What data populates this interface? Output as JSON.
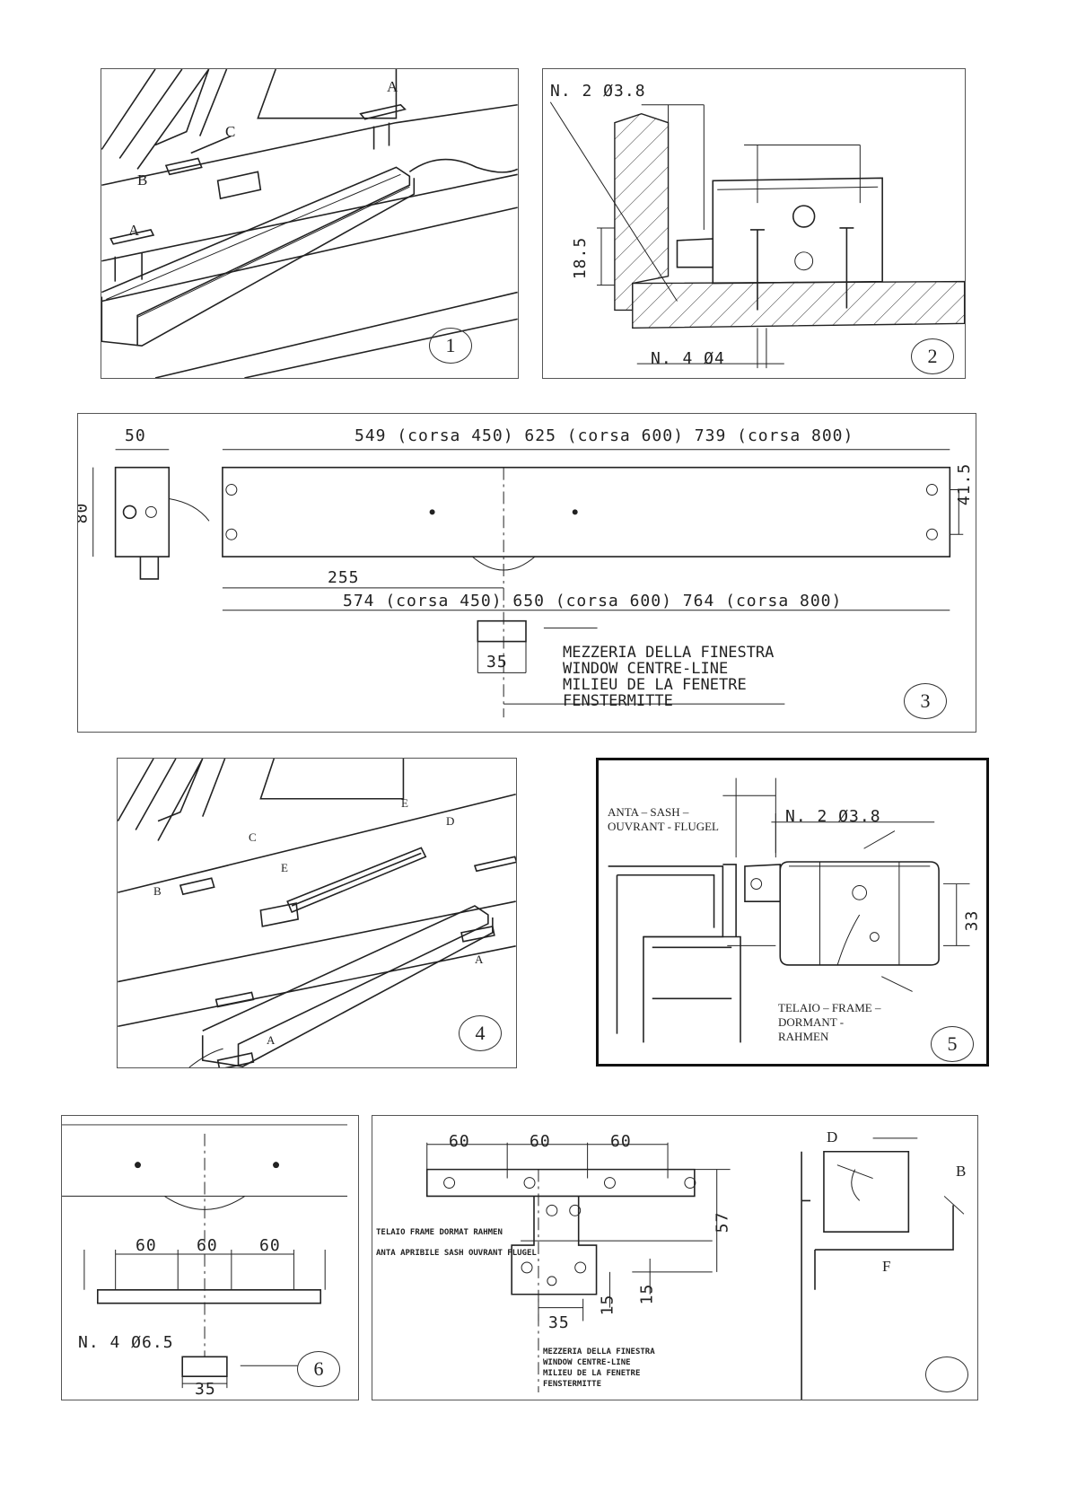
{
  "panels": {
    "p1": {
      "labels": {
        "a1": "A",
        "a2": "A",
        "b": "B",
        "c": "C"
      },
      "number": "1"
    },
    "p2": {
      "labels": {
        "screws_top": "N. 2  Ø3.8",
        "screws_bottom": "N. 4  Ø4",
        "dim_height": "18.5"
      },
      "number": "2"
    },
    "p3": {
      "labels": {
        "dim_width": "50",
        "dim_height": "80",
        "dim_top": "549 (corsa 450) 625 (corsa 600) 739 (corsa 800)",
        "dim_bottom": "574 (corsa 450) 650 (corsa 600) 764 (corsa 800)",
        "dim_255": "255",
        "dim_41_5": "41.5",
        "dim_35": "35",
        "centre_it": "MEZZERIA DELLA FINESTRA",
        "centre_en": "WINDOW CENTRE-LINE",
        "centre_fr": "MILIEU DE LA FENETRE",
        "centre_de": "FENSTERMITTE"
      },
      "number": "3"
    },
    "p4": {
      "labels": {
        "a1": "A",
        "a2": "A",
        "b": "B",
        "c": "C",
        "d": "D",
        "e1": "E",
        "e2": "E"
      },
      "number": "4"
    },
    "p5": {
      "labels": {
        "sash_1": "ANTA – SASH –",
        "sash_2": "OUVRANT - FLUGEL",
        "screws": "N. 2     Ø3.8",
        "dim_33": "33",
        "frame_1": "TELAIO – FRAME –",
        "frame_2": "DORMANT -",
        "frame_3": "RAHMEN"
      },
      "number": "5"
    },
    "p6": {
      "labels": {
        "d60a": "60",
        "d60b": "60",
        "d60c": "60",
        "screws": "N. 4  Ø6.5",
        "d35": "35"
      },
      "number": "6"
    },
    "p7": {
      "labels": {
        "d60a": "60",
        "d60b": "60",
        "d60c": "60",
        "d57": "57",
        "d15a": "15",
        "d15b": "15",
        "d35": "35",
        "frame": "TELAIO FRAME DORMAT RAHMEN",
        "sash": "ANTA APRIBILE SASH OUVRANT FLUGEL",
        "centre_it": "MEZZERIA DELLA FINESTRA",
        "centre_en": "WINDOW CENTRE-LINE",
        "centre_fr": "MILIEU DE LA FENETRE",
        "centre_de": "FENSTERMITTE",
        "d": "D",
        "b": "B",
        "f": "F"
      }
    }
  }
}
